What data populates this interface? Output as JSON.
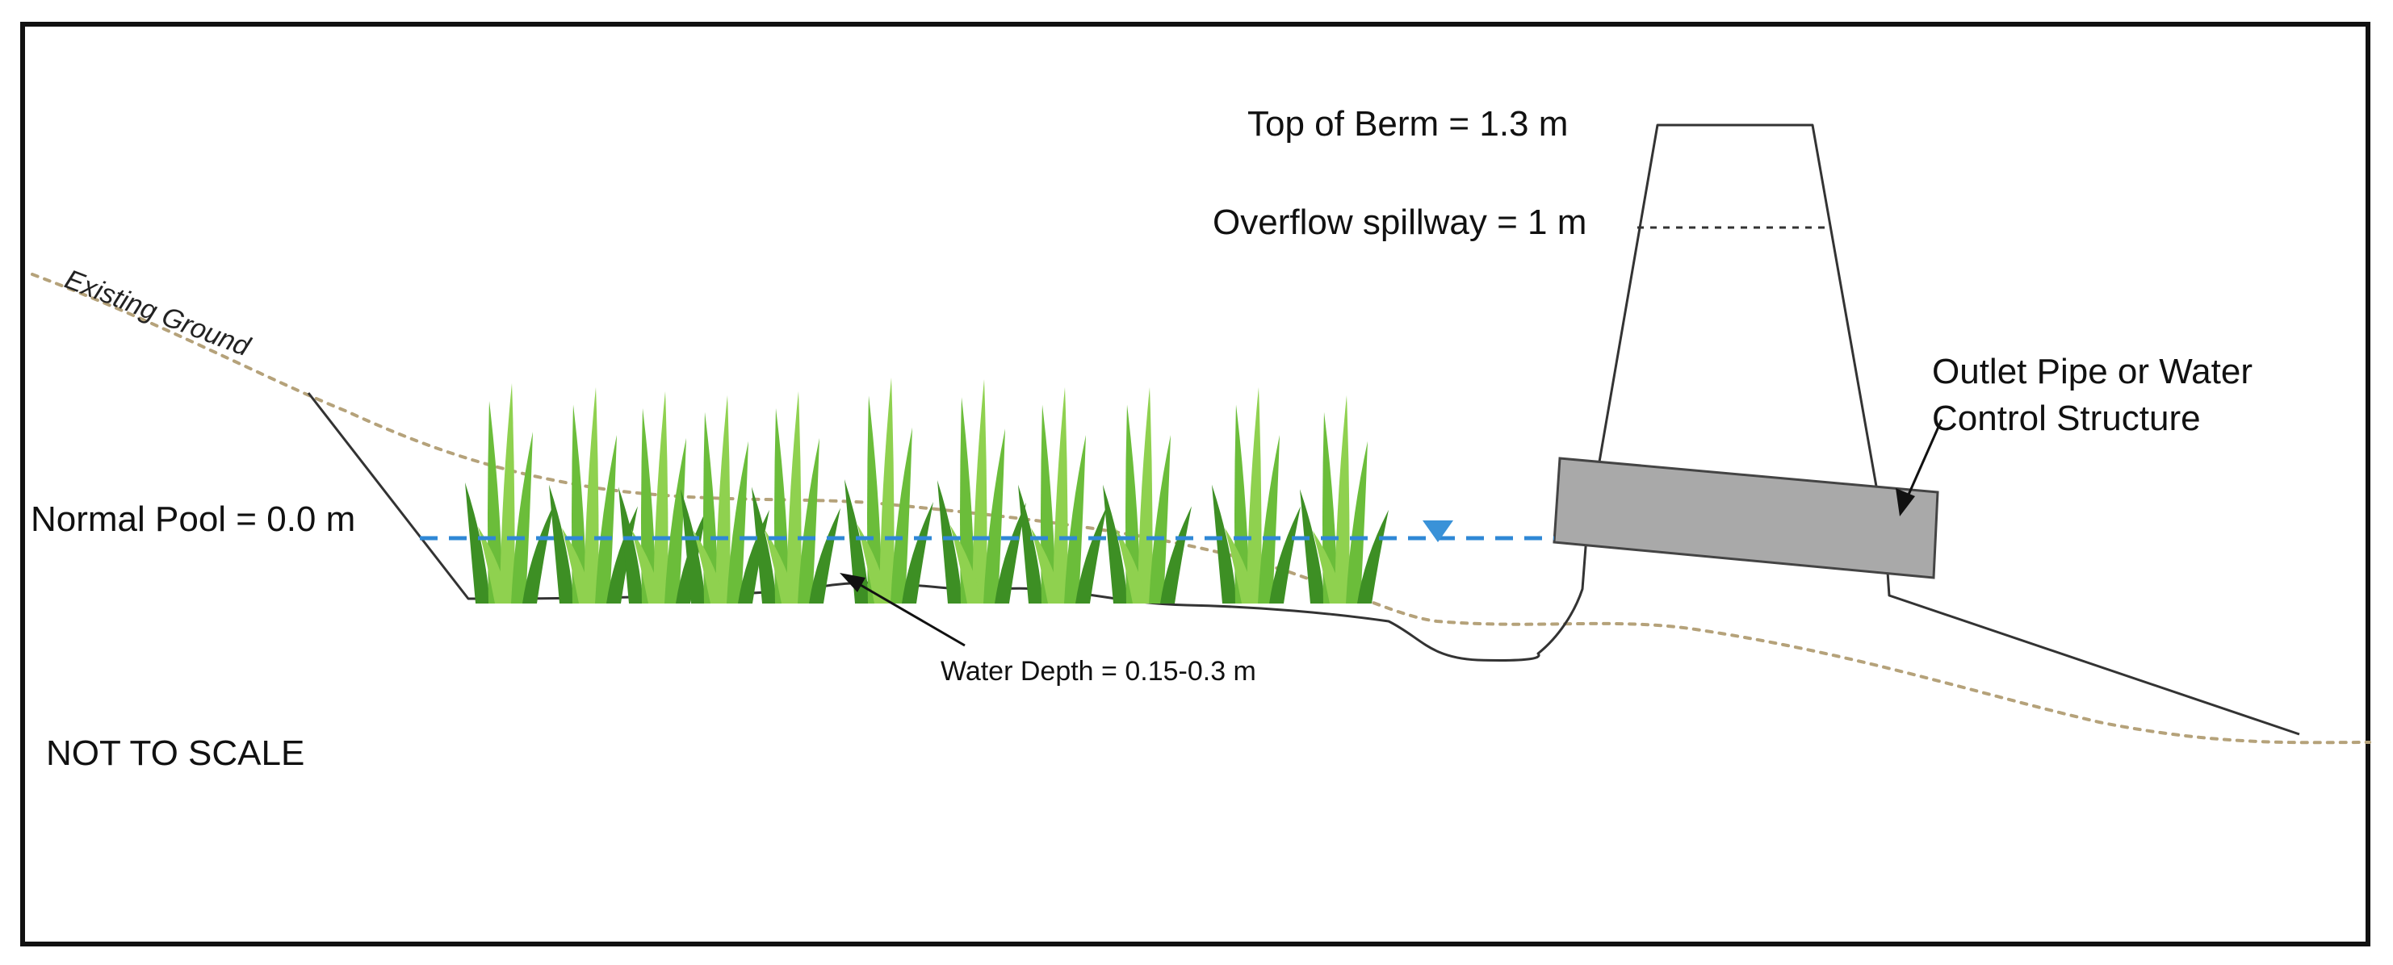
{
  "labels": {
    "top_of_berm": "Top of Berm = 1.3 m",
    "overflow_spillway": "Overflow spillway = 1 m",
    "existing_ground": "Existing Ground",
    "outlet_line1": "Outlet Pipe or Water",
    "outlet_line2": "Control Structure",
    "normal_pool": "Normal Pool = 0.0 m",
    "water_depth": "Water Depth = 0.15-0.3 m",
    "scale_note": "NOT TO SCALE"
  },
  "colors": {
    "water_line": "#2f88d6",
    "ground_line": "#b5a27a",
    "pipe_fill": "#a9a9a9",
    "plant_green": "#6bbd3a"
  },
  "plants": {
    "count": 11
  }
}
